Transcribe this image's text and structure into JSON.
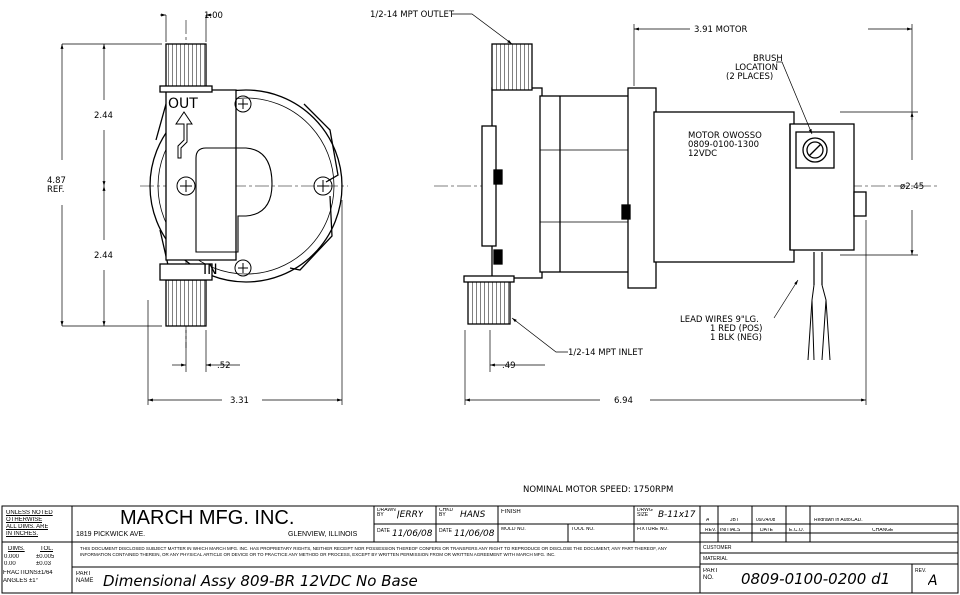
{
  "dims": {
    "top_width": "1.00",
    "outlet": "1/2-14 MPT OUTLET",
    "motor_len": "3.91 MOTOR",
    "brush": [
      "BRUSH",
      "LOCATION",
      "(2 PLACES)"
    ],
    "motor_label": [
      "MOTOR OWOSSO",
      "0809-0100-1300",
      "12VDC"
    ],
    "diameter": "ø2.45",
    "overall_height": [
      "4.87",
      "REF."
    ],
    "upper_half": "2.44",
    "lower_half": "2.44",
    "out": "OUT",
    "in": "IN",
    "port_offset": ".52",
    "side_offset": ".49",
    "inlet": "1/2-14 MPT INLET",
    "leads": [
      "LEAD WIRES 9\"LG.",
      "1 RED (POS)",
      "1 BLK (NEG)"
    ],
    "front_width": "3.31",
    "overall_len": "6.94",
    "speed": "NOMINAL MOTOR SPEED: 1750RPM"
  },
  "title_block": {
    "tolerance_header": [
      "UNLESS NOTED",
      "OTHERWISE",
      "ALL DIMS. ARE",
      "IN INCHES."
    ],
    "dims_col": "DIMS.",
    "tol_col": "TOL.",
    "tol_rows": [
      [
        "0.000",
        "±0.005"
      ],
      [
        "0.00",
        "±0.03"
      ]
    ],
    "fractions": "FRACTIONS±1/64",
    "angles": "ANGLES ±1°",
    "company": "MARCH MFG. INC.",
    "address": "1819 PICKWICK AVE.",
    "city": "GLENVIEW, ILLINOIS",
    "drawn_label": "DRAWN BY",
    "drawn_by": "JERRY",
    "chkd_label": "CHKD BY",
    "chkd_by": "HANS",
    "date_label": "DATE",
    "drawn_date": "11/06/08",
    "chkd_date": "11/06/08",
    "finish_label": "FINISH",
    "dwg_size_label": "DRWG SIZE",
    "dwg_size": "B-11x17",
    "mold_label": "MOLD NO.",
    "tool_label": "TOOL NO.",
    "fixture_label": "FIXTURE NO.",
    "disclaimer": "THIS DOCUMENT DISCLOSED SUBJECT MATTER IN WHICH MARCH MFG. INC. HAS PROPRIETARY RIGHTS, NEITHER RECEIPT NOR POSSESSION THEREOF CONFERS OR TRANSFERS ANY RIGHT TO REPRODUCE OR DISCLOSE THE DOCUMENT, ANY PART THEREOF, ANY INFORMATION CONTAINED THEREIN, OR ANY PHYSICAL ARTICLE OR DEVICE OR TO PRACTICE ANY METHOD OR PROCESS, EXCEPT BY WRITTEN PERMISSION FROM OR WRITTEN AGREEMENT WITH MARCH MFG. INC.",
    "part_name_label": "PART NAME",
    "part_name": "Dimensional Assy 809-BR 12VDC No Base",
    "rev_headers": [
      "REV.",
      "INITIALS",
      "DATE",
      "E.C.O.",
      "CHANGE"
    ],
    "rev_row": [
      "A",
      "JBT",
      "09/24/08",
      "",
      "Redrawn in AutoCAD."
    ],
    "customer_label": "CUSTOMER",
    "material_label": "MATERIAL",
    "part_no_label": "PART NO.",
    "part_no": "0809-0100-0200 d1",
    "rev_label": "REV.",
    "rev": "A"
  }
}
